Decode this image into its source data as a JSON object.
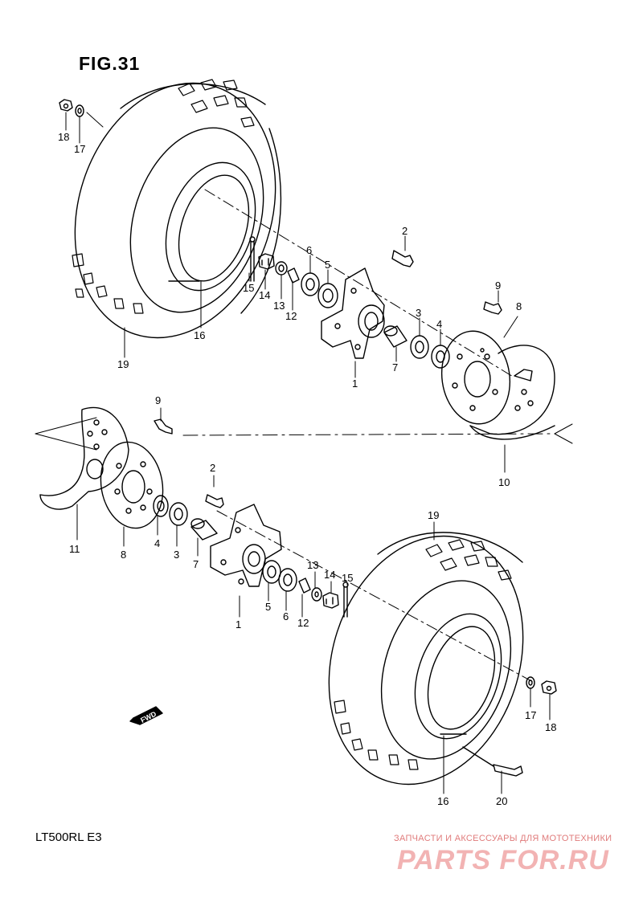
{
  "figure": {
    "title": "FIG.31",
    "model_code": "LT500RL  E3"
  },
  "direction_marker": {
    "label": "FWD"
  },
  "callouts": {
    "upper": {
      "c18": "18",
      "c17": "17",
      "c19": "19",
      "c16": "16",
      "c15": "15",
      "c14": "14",
      "c13": "13",
      "c12": "12",
      "c6": "6",
      "c5": "5",
      "c2": "2",
      "c1": "1",
      "c7": "7",
      "c3": "3",
      "c4": "4",
      "c9": "9",
      "c8": "8",
      "c10": "10"
    },
    "lower": {
      "c9": "9",
      "c11": "11",
      "c8": "8",
      "c4": "4",
      "c3": "3",
      "c7": "7",
      "c2": "2",
      "c1": "1",
      "c5": "5",
      "c6": "6",
      "c12": "12",
      "c13": "13",
      "c14": "14",
      "c15": "15",
      "c19": "19",
      "c17": "17",
      "c18": "18",
      "c16": "16",
      "c20": "20"
    }
  },
  "watermark": {
    "caption": "ЗАПЧАСТИ И АКСЕССУАРЫ ДЛЯ МОТОТЕХНИКИ",
    "logo": "PARTS FOR.RU"
  }
}
